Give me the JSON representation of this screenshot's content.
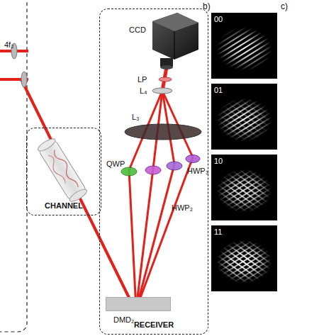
{
  "diagram": {
    "nodes": [
      {
        "text": [
          "CHANNEL"
        ]
      },
      {
        "text": [
          "RECEIVER"
        ]
      },
      {
        "text": [
          "DMD₂"
        ],
        "in": 1
      },
      {
        "text": [
          "00"
        ]
      },
      {
        "text": [
          "01"
        ]
      },
      {
        "text": [
          "10"
        ]
      },
      {
        "text": [
          "11"
        ]
      }
    ],
    "labels": [
      "4f₂",
      "CCD",
      "LP",
      "L₄",
      "L₃",
      "QWP",
      "HWP₃",
      "HWP₂",
      "b)",
      "c)"
    ]
  }
}
